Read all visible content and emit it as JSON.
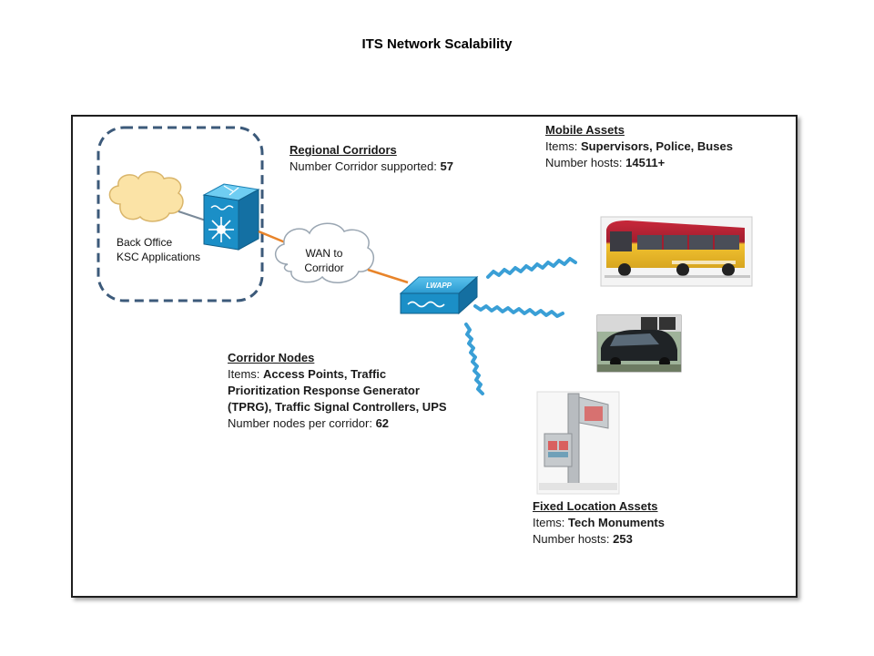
{
  "title": "ITS Network Scalability",
  "back_office": {
    "line1": "Back Office",
    "line2": "KSC Applications"
  },
  "wan_cloud": {
    "line1": "WAN to",
    "line2": "Corridor"
  },
  "ap_label": "LWAPP",
  "regional_corridors": {
    "heading": "Regional Corridors",
    "count_label": "Number Corridor supported: ",
    "count_value": "57"
  },
  "mobile_assets": {
    "heading": "Mobile Assets",
    "items_label": "Items: ",
    "items_value": "Supervisors, Police, Buses",
    "hosts_label": "Number hosts: ",
    "hosts_value": "14511+"
  },
  "corridor_nodes": {
    "heading": "Corridor Nodes",
    "items_label": "Items: ",
    "items_line1": "Access Points,  Traffic",
    "items_line2": "Prioritization Response Generator",
    "items_line3": "(TPRG),  Traffic Signal Controllers, UPS",
    "nodes_label": "Number nodes per corridor: ",
    "nodes_value": "62"
  },
  "fixed_assets": {
    "heading": "Fixed  Location Assets",
    "items_label": "Items: ",
    "items_value": "Tech Monuments",
    "hosts_label": "Number hosts: ",
    "hosts_value": "253"
  },
  "colors": {
    "cisco_blue": "#1b8fc7",
    "cloud_yellow": "#fbe3a6",
    "link_orange": "#e8842a",
    "wireless_blue": "#3a9fd6",
    "dash_border": "#3c5a7a"
  }
}
